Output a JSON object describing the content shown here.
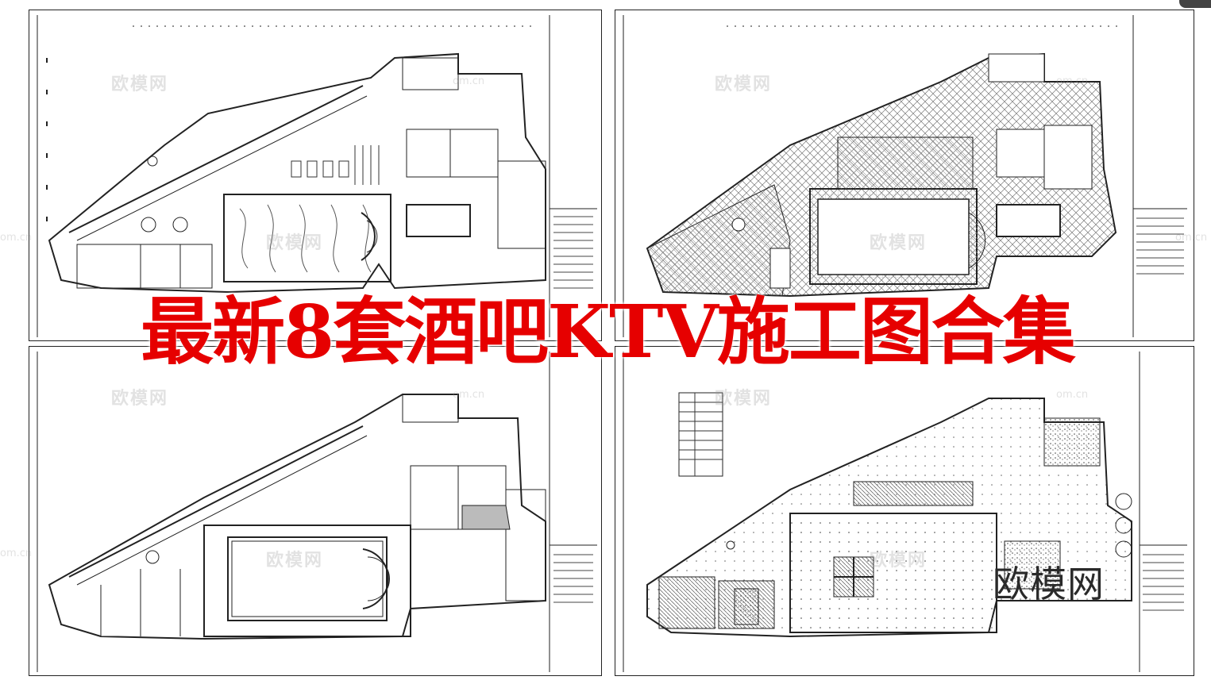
{
  "title": "最新8套酒吧KTV施工图合集",
  "watermark": {
    "brand": "欧模网",
    "url": "om.cn",
    "big_label": "欧模网"
  },
  "colors": {
    "title": "#e60000",
    "line": "#222222",
    "background": "#ffffff"
  },
  "sheets": [
    {
      "name": "floor-plan-furniture",
      "variant": "pool-furniture"
    },
    {
      "name": "floor-plan-finishes",
      "variant": "pool-tiles"
    },
    {
      "name": "floor-plan-walls",
      "variant": "pool-outline"
    },
    {
      "name": "ceiling-plan",
      "variant": "ceiling"
    }
  ]
}
